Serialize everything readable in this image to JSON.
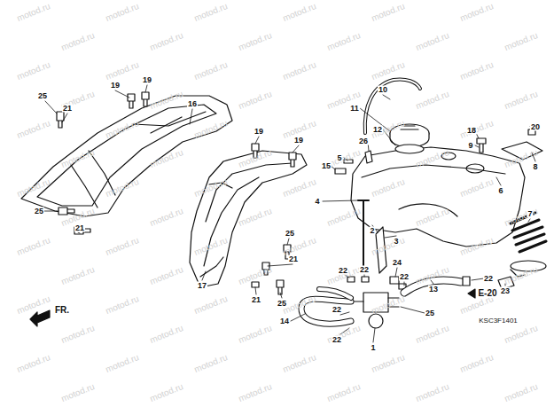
{
  "diagram": {
    "labels": [
      "25",
      "21",
      "19",
      "19",
      "16",
      "19",
      "19",
      "25",
      "21",
      "25",
      "21",
      "21",
      "25",
      "17",
      "10",
      "11",
      "12",
      "26",
      "5",
      "15",
      "18",
      "20",
      "9",
      "8",
      "6",
      "4",
      "2",
      "3",
      "7",
      "22",
      "22",
      "24",
      "22",
      "22",
      "14",
      "22",
      "22",
      "1",
      "25",
      "13",
      "23",
      "E-20",
      "KSC3F1401",
      "FR.",
      "motod.ru",
      "motod.ru",
      "motod.ru",
      "motod.ru",
      "motod.ru",
      "motod.ru",
      "motod.ru",
      "motod.ru",
      "motod.ru",
      "motod.ru",
      "motod.ru",
      "motod.ru",
      "motod.ru",
      "motod.ru",
      "motod.ru",
      "motod.ru",
      "motod.ru",
      "motod.ru",
      "motod.ru",
      "motod.ru",
      "motod.ru",
      "motod.ru",
      "motod.ru",
      "motod.ru",
      "motod.ru",
      "motod.ru",
      "motod.ru",
      "motod.ru",
      "motod.ru",
      "motod.ru",
      "motod.ru",
      "motod.ru",
      "motod.ru",
      "motod.ru",
      "motod.ru",
      "motod.ru",
      "motod.ru",
      "motod.ru",
      "motod.ru",
      "motod.ru",
      "motod.ru",
      "motod.ru",
      "motod.ru",
      "motod.ru",
      "motod.ru",
      "motod.ru",
      "motod.ru",
      "motod.ru",
      "motod.ru",
      "motod.ru",
      "motod.ru",
      "motod.ru",
      "motod.ru",
      "motod.ru",
      "motod.ru",
      "motod.ru",
      "motod.ru",
      "motod.ru",
      "motod.ru",
      "motod.ru",
      "motod.ru",
      "motod.ru",
      "motod.ru",
      "motod.ru",
      "motod.ru",
      "motod.ru",
      "motod.ru",
      "motod.ru",
      "motod.ru",
      "motod.ru",
      "motod.ru",
      "motod.ru",
      "motod.ru",
      "motod.ru",
      "motod.ru",
      "motod.ru",
      "motod.ru",
      "motod.ru",
      "motod.ru",
      "motod.ru",
      "motod.ru",
      "motod.ru",
      "motod.ru",
      "motod.ru"
    ]
  }
}
